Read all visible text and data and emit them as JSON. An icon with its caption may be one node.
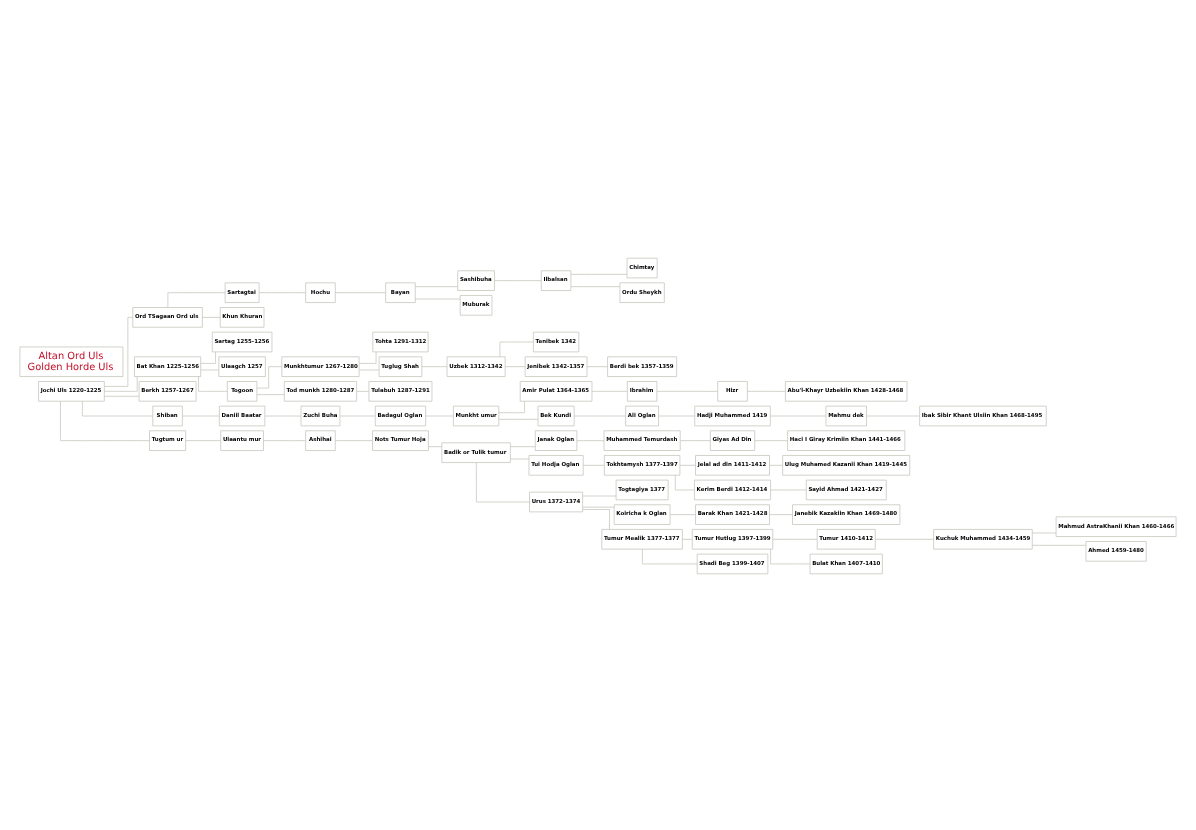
{
  "diagram": {
    "nodes": [
      {
        "text": [
          "Jochi Uls 1220-1225"
        ]
      },
      {
        "text": [
          "Ord TSagaan Ord uls"
        ]
      },
      {
        "text": [
          "Sartagtai"
        ]
      },
      {
        "text": [
          "Hochu"
        ]
      },
      {
        "text": [
          "Bayan"
        ]
      },
      {
        "text": [
          "Sashibuha"
        ]
      },
      {
        "text": [
          "Ilbalsan"
        ]
      },
      {
        "text": [
          "Chimtay"
        ]
      },
      {
        "text": [
          "Ordu Sheykh"
        ]
      },
      {
        "text": [
          "Muburak"
        ]
      },
      {
        "text": [
          "Khun Khuran"
        ]
      },
      {
        "text": [
          "Bat Khan 1225-1256"
        ]
      },
      {
        "text": [
          "Sartag 1255-1256"
        ]
      },
      {
        "text": [
          "Ulaagch 1257"
        ]
      },
      {
        "text": [
          "Togoon"
        ]
      },
      {
        "text": [
          "Munkhtumur 1267-1280"
        ]
      },
      {
        "text": [
          "Tohta 1291-1312"
        ]
      },
      {
        "text": [
          "Tuglug Shah"
        ]
      },
      {
        "text": [
          "Uzbek 1312-1342"
        ]
      },
      {
        "text": [
          "Tenibek 1342"
        ]
      },
      {
        "text": [
          "Jenibek 1342-1357"
        ]
      },
      {
        "text": [
          "Berdi bek 1357-1359"
        ]
      },
      {
        "text": [
          "Tod munkh 1280-1287"
        ]
      },
      {
        "text": [
          "Tulabuh 1287-1291"
        ]
      },
      {
        "text": [
          "Berkh 1257-1267"
        ]
      },
      {
        "text": [
          "Shiban"
        ]
      },
      {
        "text": [
          "Daniil Baatar"
        ]
      },
      {
        "text": [
          "Zuchi Buha"
        ]
      },
      {
        "text": [
          "Badagul Oglan"
        ]
      },
      {
        "text": [
          "Munkht umur"
        ]
      },
      {
        "text": [
          "Amir Pulat 1364-1365"
        ]
      },
      {
        "text": [
          "Ibrahim"
        ]
      },
      {
        "text": [
          "Hizr"
        ]
      },
      {
        "text": [
          "Abu'l-Khayr Uzbekiin Khan 1428-1468"
        ]
      },
      {
        "text": [
          "Bek Kundi"
        ]
      },
      {
        "text": [
          "Ali Oglan"
        ]
      },
      {
        "text": [
          "Hadji Muhammed 1419"
        ]
      },
      {
        "text": [
          "Mahmu dek"
        ]
      },
      {
        "text": [
          "Ibak Sibir Khant Ulsiin Khan 1468-1495"
        ]
      },
      {
        "text": [
          "Tugtum ur"
        ]
      },
      {
        "text": [
          "Ulaantu mur"
        ]
      },
      {
        "text": [
          "Ashihai"
        ]
      },
      {
        "text": [
          "Nots Tumur Hoja"
        ]
      },
      {
        "text": [
          "Badik or Tulik tumur"
        ]
      },
      {
        "text": [
          "Janak Oglan"
        ]
      },
      {
        "text": [
          "Muhammed Temurdash"
        ]
      },
      {
        "text": [
          "Giyas Ad Din"
        ]
      },
      {
        "text": [
          "Haci I Giray Krimiin Khan 1441-1466"
        ]
      },
      {
        "text": [
          "Tui Hodja Oglan"
        ]
      },
      {
        "text": [
          "Tokhtamysh 1377-1397"
        ]
      },
      {
        "text": [
          "Jelal ad din 1411-1412"
        ]
      },
      {
        "text": [
          "Ulug Muhamed Kazanii Khan 1419-1445"
        ]
      },
      {
        "text": [
          "Kerim Berdi 1412-1414"
        ]
      },
      {
        "text": [
          "Sayid Ahmad 1421-1427"
        ]
      },
      {
        "text": [
          "Urus 1372-1374"
        ]
      },
      {
        "text": [
          "Togtagiya 1377"
        ]
      },
      {
        "text": [
          "Koiricha k Oglan"
        ]
      },
      {
        "text": [
          "Barak Khan 1421-1428"
        ]
      },
      {
        "text": [
          "Janebik Kazakiin Khan 1469-1480"
        ]
      },
      {
        "text": [
          "Tumur Mealik 1377-1377"
        ]
      },
      {
        "text": [
          "Tumur Hutlug 1397-1399"
        ]
      },
      {
        "text": [
          "Shadi Beg 1399-1407"
        ]
      },
      {
        "text": [
          "Tumur 1410-1412"
        ]
      },
      {
        "text": [
          "Bulat Khan 1407-1410"
        ]
      },
      {
        "text": [
          "Kuchuk Muhammed 1434-1459"
        ]
      },
      {
        "text": [
          "Mahmud AstraKhanii Khan 1460-1466"
        ]
      },
      {
        "text": [
          "Ahmed 1459-1480"
        ]
      },
      {
        "text": [
          "Altan Ord Uls",
          "Golden Horde Uls"
        ]
      }
    ],
    "edges": [
      {
        "from": 0,
        "to": 1,
        "arrow": "none"
      },
      {
        "from": 1,
        "to": 2,
        "arrow": "none"
      },
      {
        "from": 2,
        "to": 3,
        "arrow": "none"
      },
      {
        "from": 3,
        "to": 4,
        "arrow": "none"
      },
      {
        "from": 4,
        "to": 5,
        "arrow": "none"
      },
      {
        "from": 5,
        "to": 6,
        "arrow": "none"
      },
      {
        "from": 6,
        "to": 7,
        "arrow": "none"
      },
      {
        "from": 6,
        "to": 8,
        "arrow": "none"
      },
      {
        "from": 4,
        "to": 9,
        "arrow": "none"
      },
      {
        "from": 1,
        "to": 10,
        "arrow": "none"
      },
      {
        "from": 0,
        "to": 11,
        "arrow": "none"
      },
      {
        "from": 11,
        "to": 12,
        "arrow": "none"
      },
      {
        "from": 11,
        "to": 13,
        "arrow": "none"
      },
      {
        "from": 11,
        "to": 14,
        "arrow": "none"
      },
      {
        "from": 14,
        "to": 15,
        "arrow": "none"
      },
      {
        "from": 15,
        "to": 16,
        "arrow": "none"
      },
      {
        "from": 15,
        "to": 17,
        "arrow": "none"
      },
      {
        "from": 17,
        "to": 18,
        "arrow": "none"
      },
      {
        "from": 18,
        "to": 19,
        "arrow": "none"
      },
      {
        "from": 18,
        "to": 20,
        "arrow": "none"
      },
      {
        "from": 20,
        "to": 21,
        "arrow": "none"
      },
      {
        "from": 14,
        "to": 22,
        "arrow": "none"
      },
      {
        "from": 22,
        "to": 23,
        "arrow": "none"
      },
      {
        "from": 0,
        "to": 24,
        "arrow": "none"
      },
      {
        "from": 0,
        "to": 25,
        "arrow": "none"
      },
      {
        "from": 25,
        "to": 26,
        "arrow": "none"
      },
      {
        "from": 26,
        "to": 27,
        "arrow": "none"
      },
      {
        "from": 27,
        "to": 28,
        "arrow": "none"
      },
      {
        "from": 28,
        "to": 29,
        "arrow": "none"
      },
      {
        "from": 29,
        "to": 30,
        "arrow": "none"
      },
      {
        "from": 30,
        "to": 31,
        "arrow": "none"
      },
      {
        "from": 31,
        "to": 32,
        "arrow": "none"
      },
      {
        "from": 32,
        "to": 33,
        "arrow": "none"
      },
      {
        "from": 29,
        "to": 34,
        "arrow": "none"
      },
      {
        "from": 34,
        "to": 35,
        "arrow": "none"
      },
      {
        "from": 35,
        "to": 36,
        "arrow": "none"
      },
      {
        "from": 36,
        "to": 37,
        "arrow": "none"
      },
      {
        "from": 37,
        "to": 38,
        "arrow": "none"
      },
      {
        "from": 0,
        "to": 39,
        "arrow": "none"
      },
      {
        "from": 39,
        "to": 40,
        "arrow": "none"
      },
      {
        "from": 40,
        "to": 41,
        "arrow": "none"
      },
      {
        "from": 41,
        "to": 42,
        "arrow": "none"
      },
      {
        "from": 42,
        "to": 43,
        "arrow": "none"
      },
      {
        "from": 43,
        "to": 44,
        "arrow": "none"
      },
      {
        "from": 44,
        "to": 45,
        "arrow": "none"
      },
      {
        "from": 45,
        "to": 46,
        "arrow": "none"
      },
      {
        "from": 46,
        "to": 47,
        "arrow": "none"
      },
      {
        "from": 43,
        "to": 48,
        "arrow": "none"
      },
      {
        "from": 48,
        "to": 49,
        "arrow": "none"
      },
      {
        "from": 49,
        "to": 50,
        "arrow": "none"
      },
      {
        "from": 50,
        "to": 51,
        "arrow": "none"
      },
      {
        "from": 49,
        "to": 52,
        "arrow": "none"
      },
      {
        "from": 52,
        "to": 53,
        "arrow": "none"
      },
      {
        "from": 43,
        "to": 54,
        "arrow": "none"
      },
      {
        "from": 54,
        "to": 55,
        "arrow": "none"
      },
      {
        "from": 54,
        "to": 56,
        "arrow": "none"
      },
      {
        "from": 56,
        "to": 57,
        "arrow": "none"
      },
      {
        "from": 57,
        "to": 58,
        "arrow": "none"
      },
      {
        "from": 54,
        "to": 59,
        "arrow": "none"
      },
      {
        "from": 59,
        "to": 60,
        "arrow": "none"
      },
      {
        "from": 59,
        "to": 61,
        "arrow": "none"
      },
      {
        "from": 60,
        "to": 62,
        "arrow": "none"
      },
      {
        "from": 60,
        "to": 63,
        "arrow": "none"
      },
      {
        "from": 62,
        "to": 64,
        "arrow": "none"
      },
      {
        "from": 64,
        "to": 65,
        "arrow": "none"
      },
      {
        "from": 64,
        "to": 66,
        "arrow": "none"
      }
    ]
  }
}
